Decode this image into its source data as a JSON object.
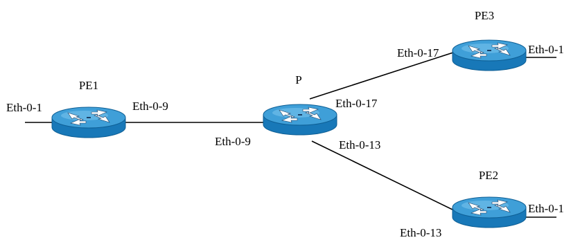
{
  "colors": {
    "router_top": "#3f9fd8",
    "router_side": "#1878b8",
    "router_edge": "#0d5e94",
    "router_arrows": "#ffffff",
    "link": "#000000",
    "label": "#000000"
  },
  "routers": {
    "pe1": {
      "name": "PE1",
      "icon": "router-icon"
    },
    "p": {
      "name": "P",
      "icon": "router-icon"
    },
    "pe3": {
      "name": "PE3",
      "icon": "router-icon"
    },
    "pe2": {
      "name": "PE2",
      "icon": "router-icon"
    }
  },
  "interfaces": {
    "pe1_left": "Eth-0-1",
    "pe1_right": "Eth-0-9",
    "p_left": "Eth-0-9",
    "p_upper": "Eth-0-17",
    "p_lower": "Eth-0-13",
    "pe3_left": "Eth-0-17",
    "pe3_right": "Eth-0-1",
    "pe2_left": "Eth-0-13",
    "pe2_right": "Eth-0-1"
  }
}
